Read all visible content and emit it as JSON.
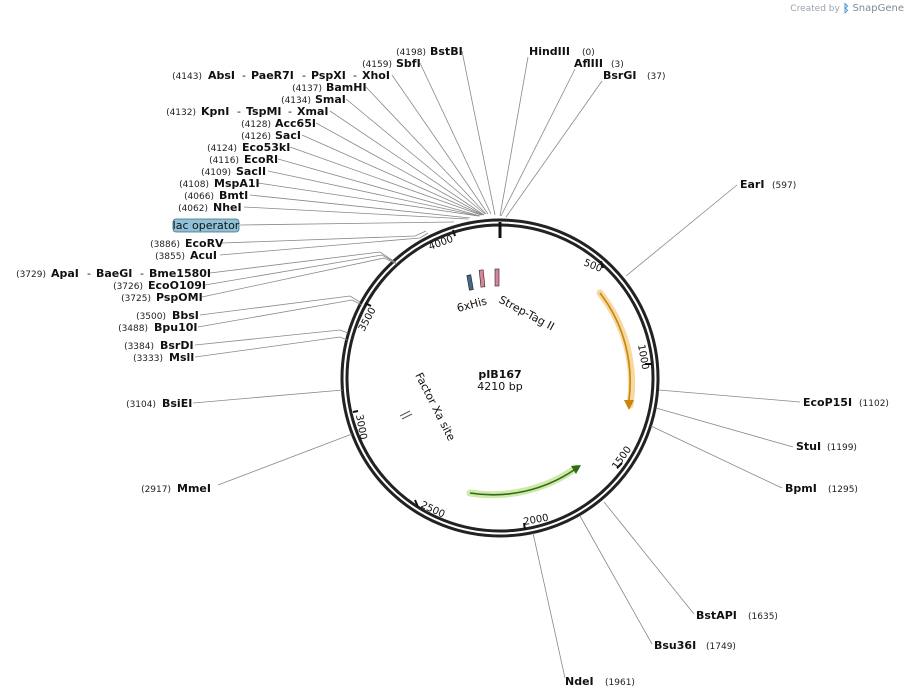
{
  "branding": {
    "created_by": "Created by",
    "app": "SnapGene"
  },
  "plasmid": {
    "name": "pIB167",
    "length": "4210 bp"
  },
  "ticks": [
    "500",
    "1000",
    "1500",
    "2000",
    "2500",
    "3000",
    "3500",
    "4000"
  ],
  "features": {
    "his": "6xHis",
    "strep": "Strep-Tag II",
    "factor": "Factor Xa site",
    "lac": "lac operator"
  },
  "sites": [
    {
      "pos": "(4198)",
      "name": "BstBI"
    },
    {
      "pos": "(4159)",
      "name": "SbfI"
    },
    {
      "pos": "(4143)",
      "name": "AbsI",
      "extra": [
        "PaeR7I",
        "PspXI",
        "XhoI"
      ]
    },
    {
      "pos": "(4137)",
      "name": "BamHI"
    },
    {
      "pos": "(4134)",
      "name": "SmaI"
    },
    {
      "pos": "(4132)",
      "name": "KpnI",
      "extra": [
        "TspMI",
        "XmaI"
      ]
    },
    {
      "pos": "(4128)",
      "name": "Acc65I"
    },
    {
      "pos": "(4126)",
      "name": "SacI"
    },
    {
      "pos": "(4124)",
      "name": "Eco53kI"
    },
    {
      "pos": "(4116)",
      "name": "EcoRI"
    },
    {
      "pos": "(4109)",
      "name": "SacII"
    },
    {
      "pos": "(4108)",
      "name": "MspA1I"
    },
    {
      "pos": "(4066)",
      "name": "BmtI"
    },
    {
      "pos": "(4062)",
      "name": "NheI"
    },
    {
      "pos": "(3886)",
      "name": "EcoRV"
    },
    {
      "pos": "(3855)",
      "name": "AcuI"
    },
    {
      "pos": "(3729)",
      "name": "ApaI",
      "extra": [
        "BaeGI",
        "Bme1580I"
      ]
    },
    {
      "pos": "(3726)",
      "name": "EcoO109I"
    },
    {
      "pos": "(3725)",
      "name": "PspOMI"
    },
    {
      "pos": "(3500)",
      "name": "BbsI"
    },
    {
      "pos": "(3488)",
      "name": "Bpu10I"
    },
    {
      "pos": "(3384)",
      "name": "BsrDI"
    },
    {
      "pos": "(3333)",
      "name": "MslI"
    },
    {
      "pos": "(3104)",
      "name": "BsiEI"
    },
    {
      "pos": "(2917)",
      "name": "MmeI"
    },
    {
      "pos": "(0)",
      "name": "HindIII"
    },
    {
      "pos": "(3)",
      "name": "AflIII"
    },
    {
      "pos": "(37)",
      "name": "BsrGI"
    },
    {
      "pos": "(597)",
      "name": "EarI"
    },
    {
      "pos": "(1102)",
      "name": "EcoP15I"
    },
    {
      "pos": "(1199)",
      "name": "StuI"
    },
    {
      "pos": "(1295)",
      "name": "BpmI"
    },
    {
      "pos": "(1635)",
      "name": "BstAPI"
    },
    {
      "pos": "(1749)",
      "name": "Bsu36I"
    },
    {
      "pos": "(1961)",
      "name": "NdeI"
    }
  ]
}
